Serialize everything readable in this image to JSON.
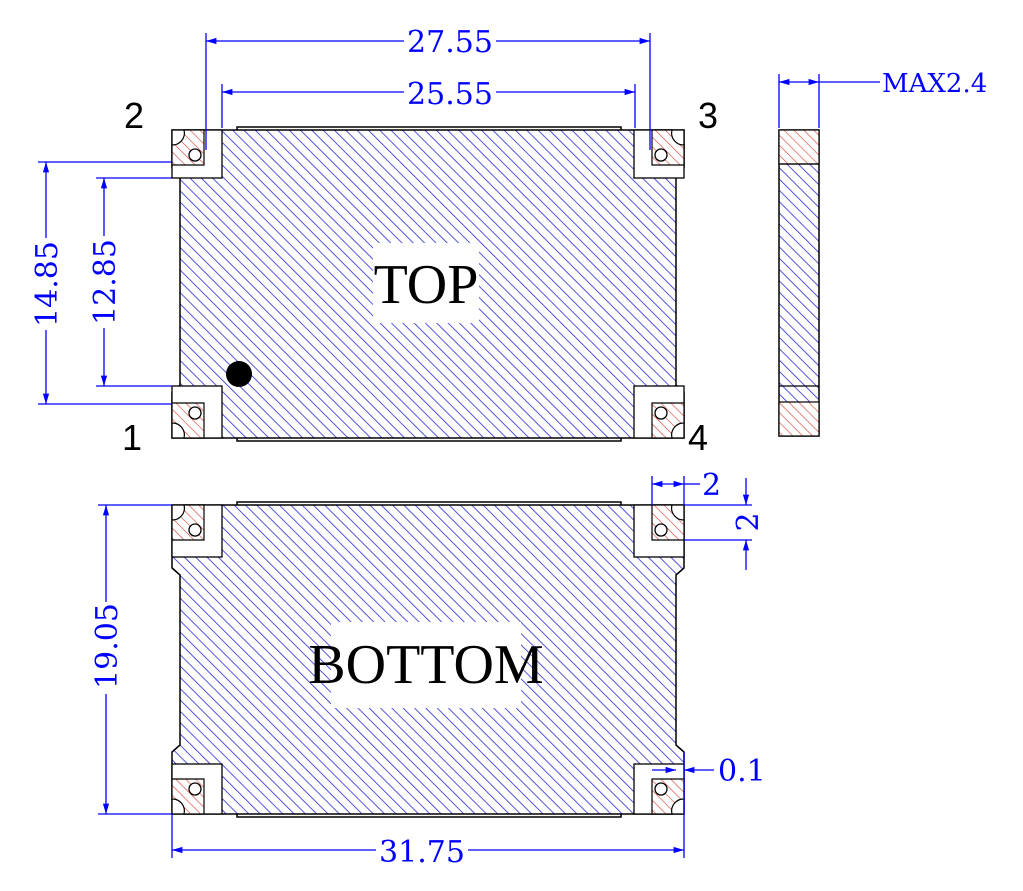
{
  "colors": {
    "dimension": "#0000ff",
    "body_hatch": "#2b2bd6",
    "pad_hatch": "#d94a3a",
    "outline": "#000000",
    "pin1_marker": "#000000"
  },
  "top_view": {
    "label": "TOP",
    "pins": {
      "p1": "1",
      "p2": "2",
      "p3": "3",
      "p4": "4"
    },
    "pin1_marker": "pin-1-dot"
  },
  "bottom_view": {
    "label": "BOTTOM"
  },
  "dimensions": {
    "top_overall_width": "27.55",
    "top_inner_width": "25.55",
    "top_overall_height": "14.85",
    "top_inner_height": "12.85",
    "side_thickness": "MAX2.4",
    "pad_width": "2",
    "pad_height": "2",
    "bottom_height": "19.05",
    "bottom_width": "31.75",
    "edge_offset": "0.1"
  }
}
